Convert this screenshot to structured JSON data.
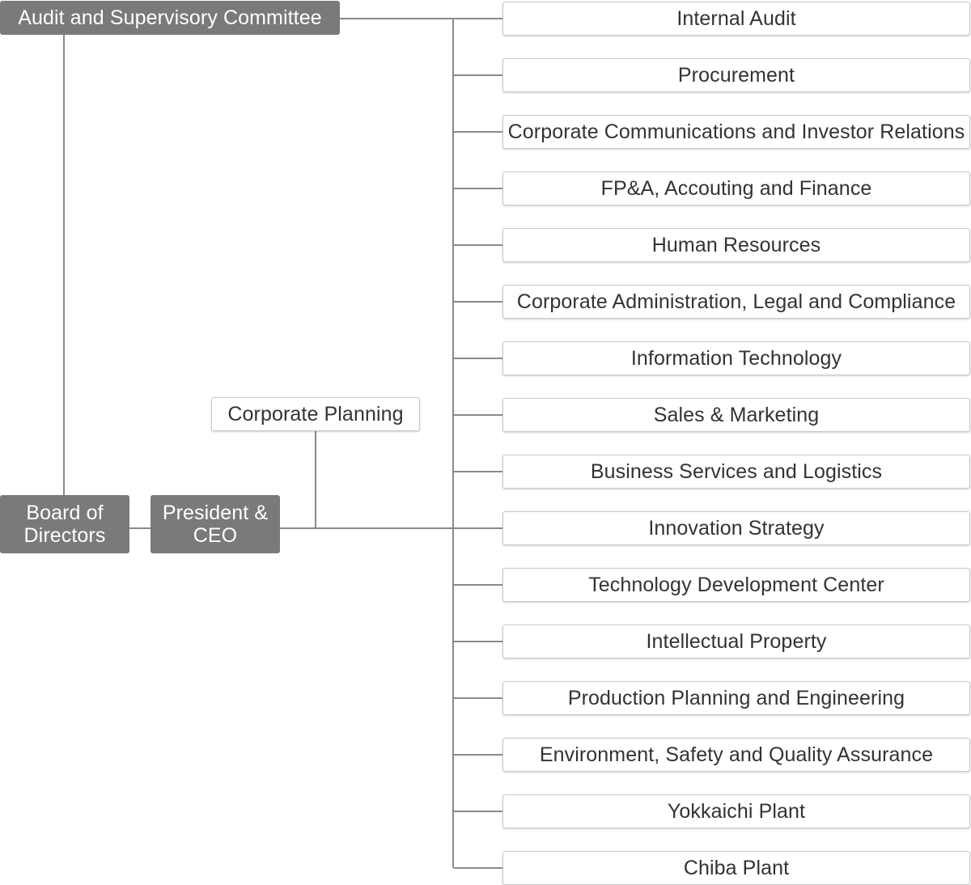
{
  "colors": {
    "dark_box": "#7a7a7a",
    "dark_text": "#ffffff",
    "light_box_border": "#c8c8c8",
    "light_text": "#333333",
    "connector": "#8a8a8a"
  },
  "nodes": {
    "audit_committee": "Audit and Supervisory Committee",
    "board": {
      "line1": "Board of",
      "line2": "Directors"
    },
    "president": {
      "line1": "President &",
      "line2": "CEO"
    },
    "corporate_planning": "Corporate Planning"
  },
  "departments": [
    "Internal Audit",
    "Procurement",
    "Corporate Communications and Investor Relations",
    "FP&A, Accouting and Finance",
    "Human Resources",
    "Corporate Administration, Legal and Compliance",
    "Information Technology",
    "Sales & Marketing",
    "Business Services and Logistics",
    "Innovation Strategy",
    "Technology Development Center",
    "Intellectual Property",
    "Production Planning and Engineering",
    "Environment, Safety and Quality Assurance",
    "Yokkaichi Plant",
    "Chiba Plant"
  ]
}
